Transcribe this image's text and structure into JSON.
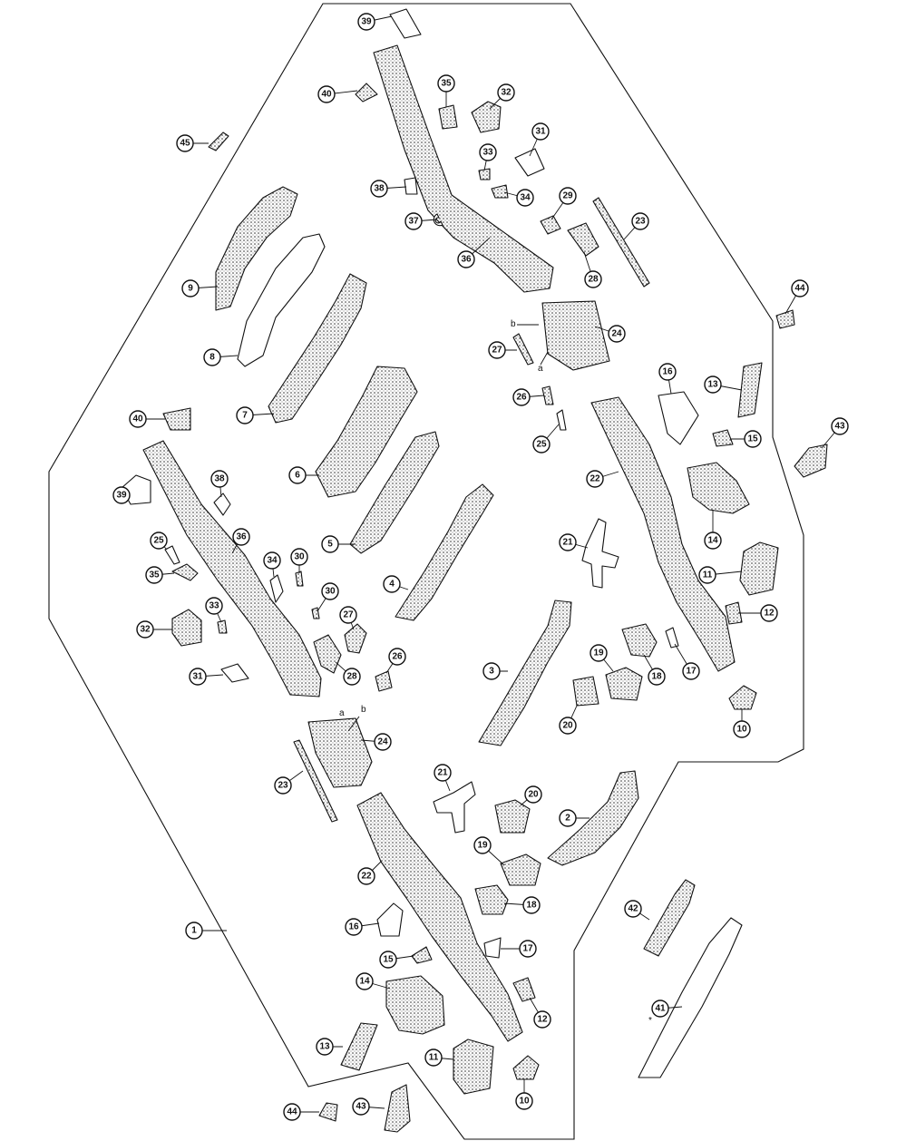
{
  "diagram": {
    "callouts": [
      {
        "id": "c39a",
        "num": "39"
      },
      {
        "id": "c40a",
        "num": "40"
      },
      {
        "id": "c35a",
        "num": "35"
      },
      {
        "id": "c32a",
        "num": "32"
      },
      {
        "id": "c31a",
        "num": "31"
      },
      {
        "id": "c45",
        "num": "45"
      },
      {
        "id": "c33a",
        "num": "33"
      },
      {
        "id": "c38a",
        "num": "38"
      },
      {
        "id": "c34a",
        "num": "34"
      },
      {
        "id": "c29",
        "num": "29"
      },
      {
        "id": "c37",
        "num": "37"
      },
      {
        "id": "c23a",
        "num": "23"
      },
      {
        "id": "c36a",
        "num": "36"
      },
      {
        "id": "c28a",
        "num": "28"
      },
      {
        "id": "c9",
        "num": "9"
      },
      {
        "id": "c44a",
        "num": "44"
      },
      {
        "id": "c8",
        "num": "8"
      },
      {
        "id": "c24a",
        "num": "24"
      },
      {
        "id": "c27a",
        "num": "27"
      },
      {
        "id": "c16a",
        "num": "16"
      },
      {
        "id": "c13a",
        "num": "13"
      },
      {
        "id": "c7",
        "num": "7"
      },
      {
        "id": "c26a",
        "num": "26"
      },
      {
        "id": "c40b",
        "num": "40"
      },
      {
        "id": "c25a",
        "num": "25"
      },
      {
        "id": "c15a",
        "num": "15"
      },
      {
        "id": "c43a",
        "num": "43"
      },
      {
        "id": "c22a",
        "num": "22"
      },
      {
        "id": "c6",
        "num": "6"
      },
      {
        "id": "c39b",
        "num": "39"
      },
      {
        "id": "c38b",
        "num": "38"
      },
      {
        "id": "c14a",
        "num": "14"
      },
      {
        "id": "c36b",
        "num": "36"
      },
      {
        "id": "c5",
        "num": "5"
      },
      {
        "id": "c25b",
        "num": "25"
      },
      {
        "id": "c21a",
        "num": "21"
      },
      {
        "id": "c34b",
        "num": "34"
      },
      {
        "id": "c30a",
        "num": "30"
      },
      {
        "id": "c35b",
        "num": "35"
      },
      {
        "id": "c11a",
        "num": "11"
      },
      {
        "id": "c4",
        "num": "4"
      },
      {
        "id": "c30b",
        "num": "30"
      },
      {
        "id": "c12a",
        "num": "12"
      },
      {
        "id": "c33b",
        "num": "33"
      },
      {
        "id": "c27b",
        "num": "27"
      },
      {
        "id": "c32b",
        "num": "32"
      },
      {
        "id": "c3",
        "num": "3"
      },
      {
        "id": "c19a",
        "num": "19"
      },
      {
        "id": "c18a",
        "num": "18"
      },
      {
        "id": "c17a",
        "num": "17"
      },
      {
        "id": "c28b",
        "num": "28"
      },
      {
        "id": "c31b",
        "num": "31"
      },
      {
        "id": "c26b",
        "num": "26"
      },
      {
        "id": "c20a",
        "num": "20"
      },
      {
        "id": "c10a",
        "num": "10"
      },
      {
        "id": "c24b",
        "num": "24"
      },
      {
        "id": "c23b",
        "num": "23"
      },
      {
        "id": "c21b",
        "num": "21"
      },
      {
        "id": "c20b",
        "num": "20"
      },
      {
        "id": "c2",
        "num": "2"
      },
      {
        "id": "c22b",
        "num": "22"
      },
      {
        "id": "c19b",
        "num": "19"
      },
      {
        "id": "c18b",
        "num": "18"
      },
      {
        "id": "c42",
        "num": "42"
      },
      {
        "id": "c1",
        "num": "1"
      },
      {
        "id": "c16b",
        "num": "16"
      },
      {
        "id": "c17b",
        "num": "17"
      },
      {
        "id": "c15b",
        "num": "15"
      },
      {
        "id": "c41",
        "num": "41"
      },
      {
        "id": "c14b",
        "num": "14"
      },
      {
        "id": "c12b",
        "num": "12"
      },
      {
        "id": "c13b",
        "num": "13"
      },
      {
        "id": "c11b",
        "num": "11"
      },
      {
        "id": "c10b",
        "num": "10"
      },
      {
        "id": "c44b",
        "num": "44"
      },
      {
        "id": "c43b",
        "num": "43"
      }
    ],
    "markers": {
      "b_upper": "b",
      "a_upper": "a",
      "a_lower": "a",
      "b_lower": "b",
      "asterisk": "*"
    }
  }
}
